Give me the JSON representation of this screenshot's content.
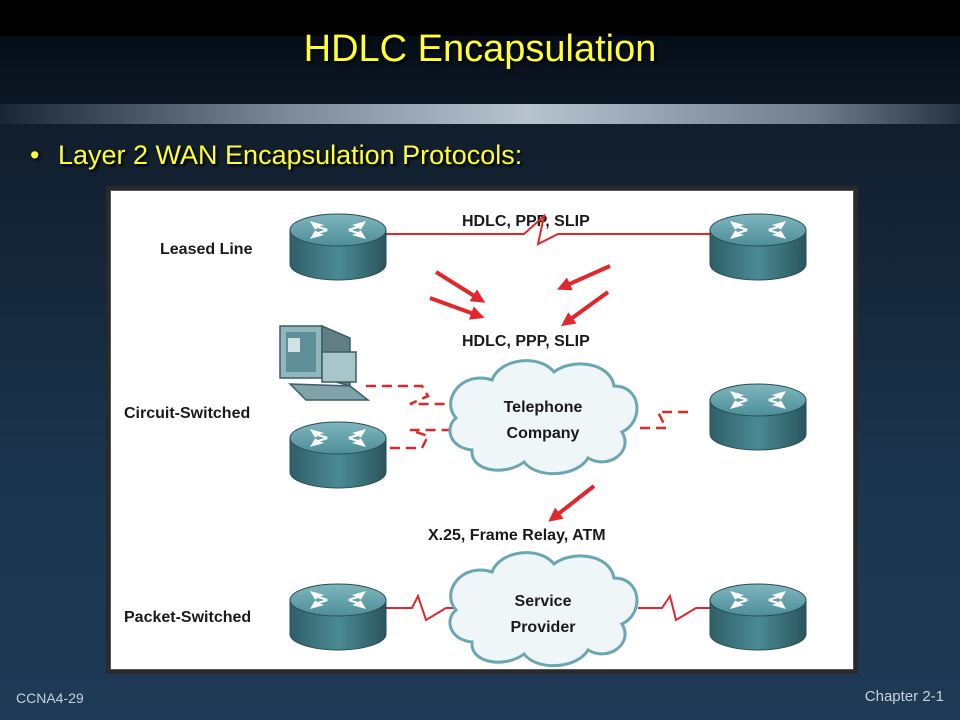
{
  "slide": {
    "title": "HDLC Encapsulation",
    "bullet": "Layer 2 WAN Encapsulation Protocols:",
    "footer_left": "CCNA4-29",
    "footer_right": "Chapter 2-1"
  },
  "diagram": {
    "rows": [
      {
        "label": "Leased Line",
        "protocols": "HDLC, PPP, SLIP"
      },
      {
        "label": "Circuit-Switched",
        "protocols": "HDLC, PPP, SLIP",
        "cloud_line1": "Telephone",
        "cloud_line2": "Company"
      },
      {
        "label": "Packet-Switched",
        "protocols": "X.25, Frame Relay, ATM",
        "cloud_line1": "Service",
        "cloud_line2": "Provider"
      }
    ]
  },
  "colors": {
    "title": "#ffff33",
    "link_red": "#e0282c",
    "router_teal": "#4a8a94",
    "cloud_fill": "#eef6f8",
    "cloud_stroke": "#6aa6b4"
  },
  "icons": [
    "router-icon",
    "computer-icon",
    "cloud-icon",
    "arrow-icon"
  ]
}
